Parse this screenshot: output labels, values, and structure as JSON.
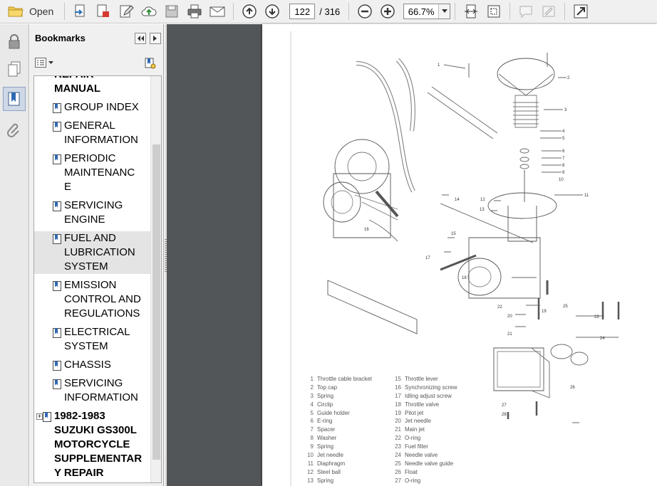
{
  "toolbar": {
    "open_label": "Open",
    "current_page": "122",
    "page_total": "/ 316",
    "zoom": "66.7%",
    "icons": [
      "folder-icon",
      "create-pdf-icon",
      "export-pdf-icon",
      "edit-icon",
      "cloud-upload-icon",
      "save-icon",
      "print-icon",
      "email-icon",
      "page-up-icon",
      "page-down-icon",
      "zoom-out-icon",
      "zoom-in-icon",
      "fit-page-icon",
      "fit-width-icon",
      "comment-icon",
      "sign-icon",
      "expand-icon"
    ]
  },
  "bookmarks": {
    "title": "Bookmarks",
    "items": [
      {
        "label_lines": [
          "REPAIR",
          "MANUAL"
        ],
        "level": 0,
        "bold": true,
        "clipped_top": true
      },
      {
        "label_lines": [
          "GROUP INDEX"
        ],
        "level": 1
      },
      {
        "label_lines": [
          "GENERAL",
          "INFORMATION"
        ],
        "level": 1
      },
      {
        "label_lines": [
          "PERIODIC",
          "MAINTENANC",
          "E"
        ],
        "level": 1
      },
      {
        "label_lines": [
          "SERVICING",
          "ENGINE"
        ],
        "level": 1
      },
      {
        "label_lines": [
          "FUEL AND",
          "LUBRICATION",
          "SYSTEM"
        ],
        "level": 1,
        "selected": true
      },
      {
        "label_lines": [
          "EMISSION",
          "CONTROL AND",
          "REGULATIONS"
        ],
        "level": 1
      },
      {
        "label_lines": [
          "ELECTRICAL",
          "SYSTEM"
        ],
        "level": 1
      },
      {
        "label_lines": [
          "CHASSIS"
        ],
        "level": 1
      },
      {
        "label_lines": [
          "SERVICING",
          "INFORMATION"
        ],
        "level": 1
      },
      {
        "label_lines": [
          "1982-1983",
          "SUZUKI GS300L",
          "MOTORCYCLE",
          "SUPPLEMENTAR",
          "Y REPAIR"
        ],
        "level": 0,
        "bold": true,
        "expandable": true
      }
    ]
  },
  "document": {
    "legend_left": [
      {
        "num": "1",
        "text": "Throttle cable bracket"
      },
      {
        "num": "2",
        "text": "Top cap"
      },
      {
        "num": "3",
        "text": "Spring"
      },
      {
        "num": "4",
        "text": "Circlip"
      },
      {
        "num": "5",
        "text": "Guide holder"
      },
      {
        "num": "6",
        "text": "E-ring"
      },
      {
        "num": "7",
        "text": "Spacer"
      },
      {
        "num": "8",
        "text": "Washer"
      },
      {
        "num": "9",
        "text": "Spring"
      },
      {
        "num": "10",
        "text": "Jet needle"
      },
      {
        "num": "11",
        "text": "Diaphragm"
      },
      {
        "num": "12",
        "text": "Steel ball"
      },
      {
        "num": "13",
        "text": "Spring"
      }
    ],
    "legend_right": [
      {
        "num": "15",
        "text": "Throttle lever"
      },
      {
        "num": "16",
        "text": "Synchronizing screw"
      },
      {
        "num": "17",
        "text": "Idling adjust screw"
      },
      {
        "num": "18",
        "text": "Throttle valve"
      },
      {
        "num": "19",
        "text": "Pilot jet"
      },
      {
        "num": "20",
        "text": "Jet needle"
      },
      {
        "num": "21",
        "text": "Main jet"
      },
      {
        "num": "22",
        "text": "O-ring"
      },
      {
        "num": "23",
        "text": "Fuel filter"
      },
      {
        "num": "24",
        "text": "Needle valve"
      },
      {
        "num": "25",
        "text": "Needle valve guide"
      },
      {
        "num": "26",
        "text": "Float"
      },
      {
        "num": "27",
        "text": "O-ring"
      }
    ],
    "callouts": [
      "1",
      "2",
      "3",
      "4",
      "5",
      "6",
      "7",
      "8",
      "9",
      "10",
      "11",
      "12",
      "13",
      "14",
      "15",
      "16",
      "17",
      "18",
      "19",
      "20",
      "21",
      "22",
      "23",
      "24",
      "25",
      "26",
      "27",
      "28"
    ]
  }
}
